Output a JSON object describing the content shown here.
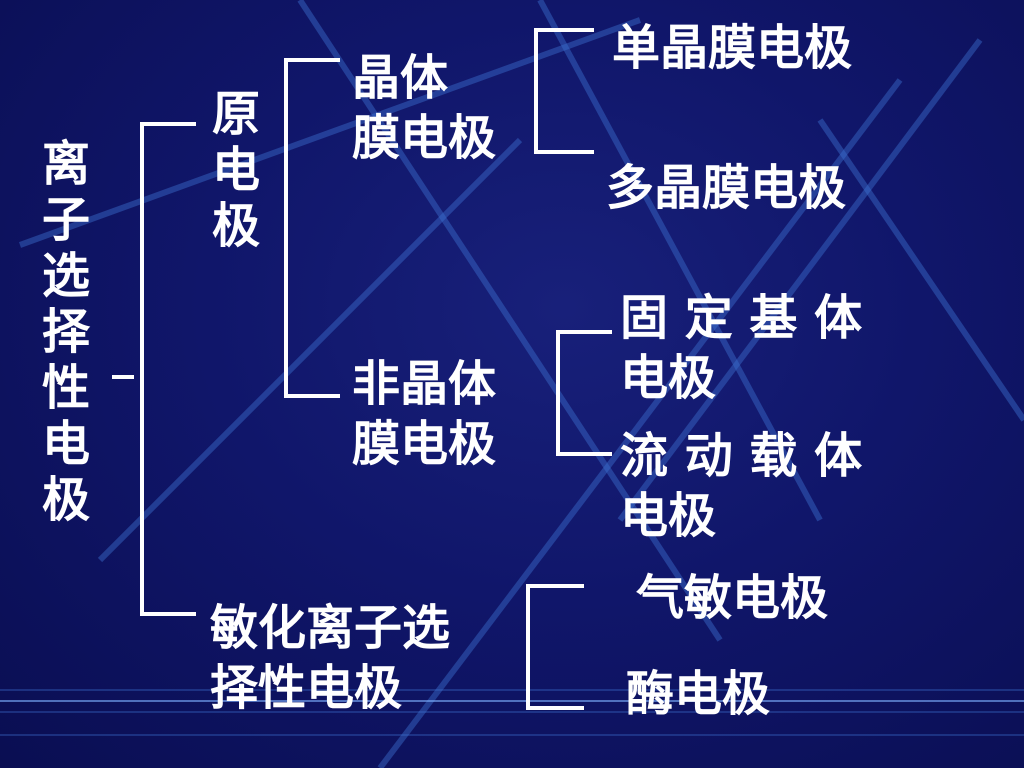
{
  "colors": {
    "background": "#10166a",
    "text": "#ffffff",
    "accent_line": "#3f78d6"
  },
  "root": {
    "label": "离\n子\n选\n择\n性\n电\n极"
  },
  "primary": {
    "label": "原\n电\n极",
    "crystal": {
      "label": "晶体\n膜电极",
      "children": [
        "单晶膜电极",
        "多晶膜电极"
      ]
    },
    "noncrystal": {
      "label": "非晶体\n膜电极",
      "children": [
        "固 定 基 体\n电极",
        "流 动 载 体\n电极"
      ]
    }
  },
  "sensitized": {
    "label": "敏化离子选\n择性电极",
    "children": [
      "气敏电极",
      "酶电极"
    ]
  }
}
